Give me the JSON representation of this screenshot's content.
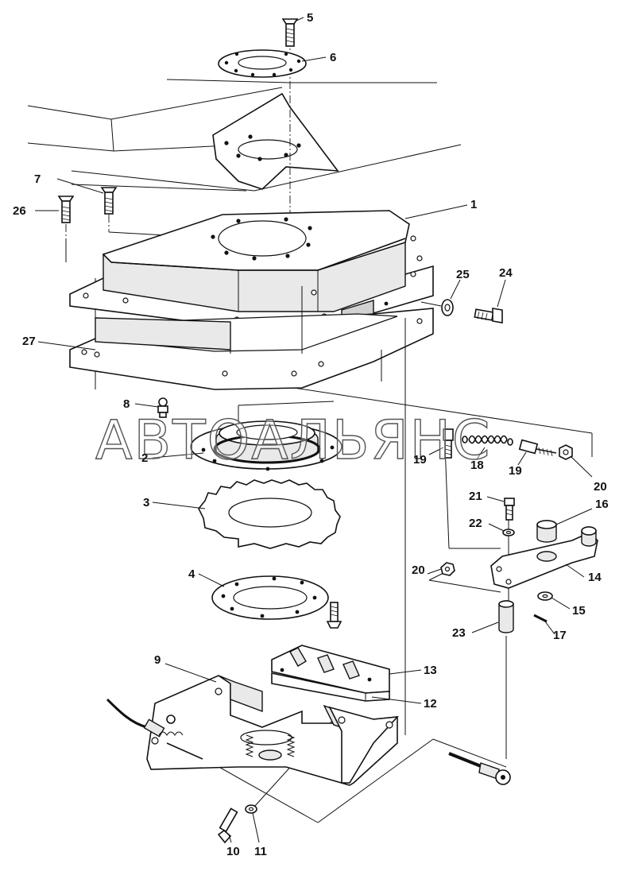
{
  "labels": [
    "1",
    "2",
    "3",
    "4",
    "5",
    "6",
    "7",
    "8",
    "9",
    "10",
    "11",
    "12",
    "13",
    "14",
    "15",
    "16",
    "17",
    "18",
    "19",
    "19",
    "20",
    "20",
    "21",
    "22",
    "23",
    "24",
    "25",
    "26",
    "27"
  ],
  "watermark": "АВТОАЛЬЯНС"
}
